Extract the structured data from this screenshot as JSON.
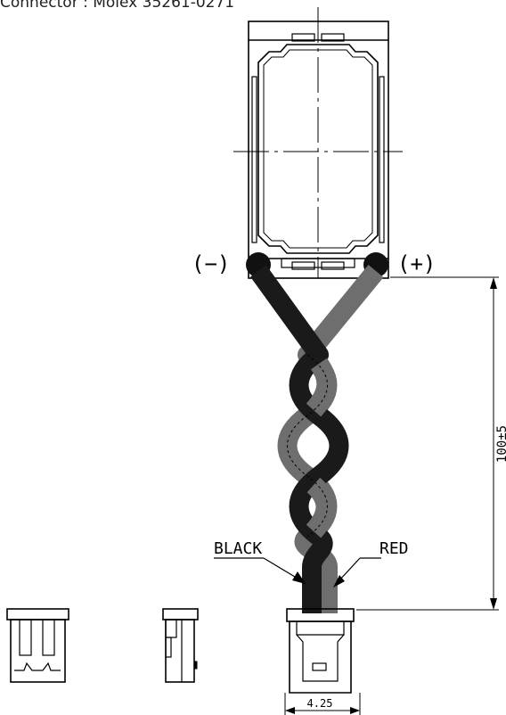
{
  "header": {
    "connector_note": "Connector : Molex 35261-0271"
  },
  "labels": {
    "negative": "(−)",
    "positive": "(+)",
    "black_wire": "BLACK",
    "red_wire": "RED",
    "length_dim": "100±5",
    "width_dim": "4.25"
  },
  "colors": {
    "line": "#000000",
    "black_wire": "#1a1a1a",
    "red_wire": "#6e6e6e",
    "background": "#ffffff"
  }
}
